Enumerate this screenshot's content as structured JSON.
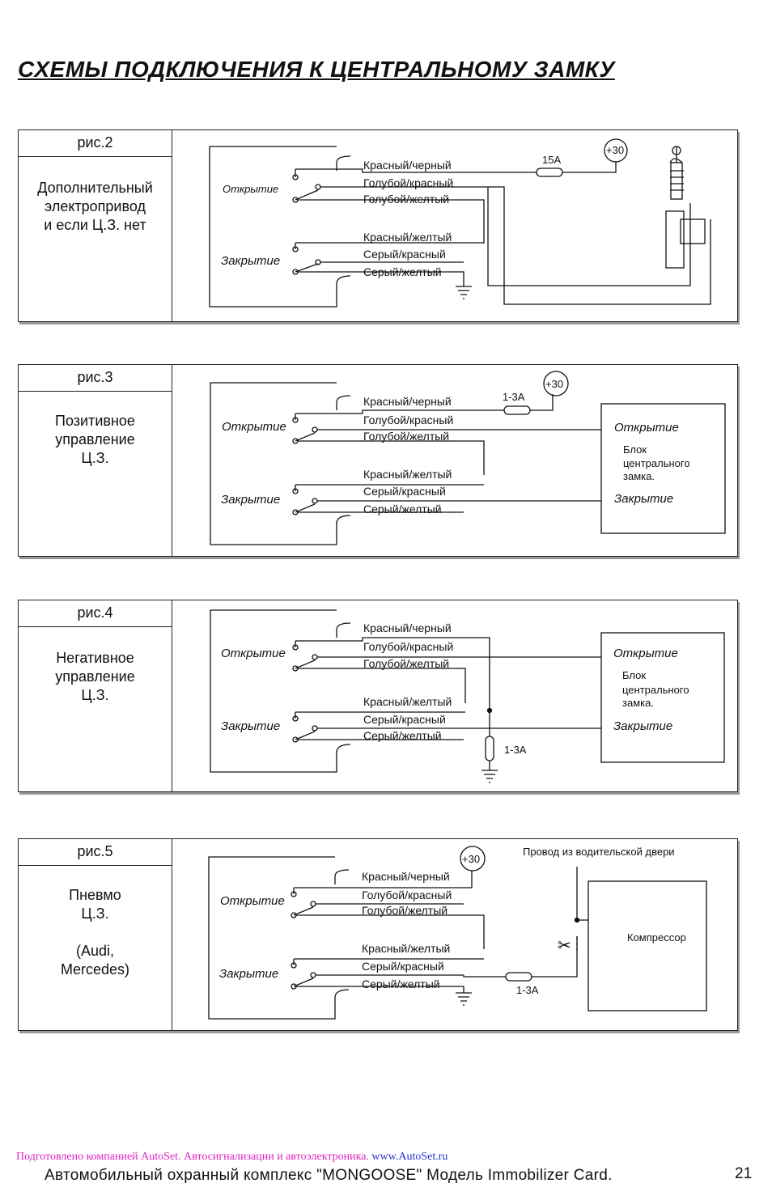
{
  "title": "СХЕМЫ ПОДКЛЮЧЕНИЯ К ЦЕНТРАЛЬНОМУ ЗАМКУ",
  "wires": {
    "red_black": "Красный/черный",
    "blue_red": "Голубой/красный",
    "blue_yellow": "Голубой/желтый",
    "red_yellow": "Красный/желтый",
    "gray_red": "Серый/красный",
    "gray_yellow": "Серый/желтый"
  },
  "relay": {
    "open": "Открытие",
    "close": "Закрытие"
  },
  "plus30": "+30",
  "fig2": {
    "num": "рис.2",
    "desc": "Дополнительный\nэлектропривод\nи если Ц.З. нет",
    "fuse": "15A"
  },
  "fig3": {
    "num": "рис.3",
    "desc": "Позитивное\nуправление\nЦ.З.",
    "fuse": "1-3A",
    "block": {
      "open": "Открытие",
      "name1": "Блок",
      "name2": "центрального",
      "name3": "замка.",
      "close": "Закрытие"
    }
  },
  "fig4": {
    "num": "рис.4",
    "desc": "Негативное\nуправление\nЦ.З.",
    "fuse": "1-3A",
    "block": {
      "open": "Открытие",
      "name1": "Блок",
      "name2": "центрального",
      "name3": "замка.",
      "close": "Закрытие"
    }
  },
  "fig5": {
    "num": "рис.5",
    "desc": "Пневмо\nЦ.З.\n\n(Audi,\nMercedes)",
    "fuse": "1-3A",
    "driver_wire": "Провод из водительской двери",
    "compressor": "Компрессор"
  },
  "footer": {
    "credit": "Подготовлено компанией AutoSet. Автосигнализации и автоэлектроника.",
    "url": "www.AutoSet.ru",
    "product": "Автомобильный охранный комплекс \"MONGOOSE\" Модель Immobilizer Card.",
    "page": "21"
  }
}
